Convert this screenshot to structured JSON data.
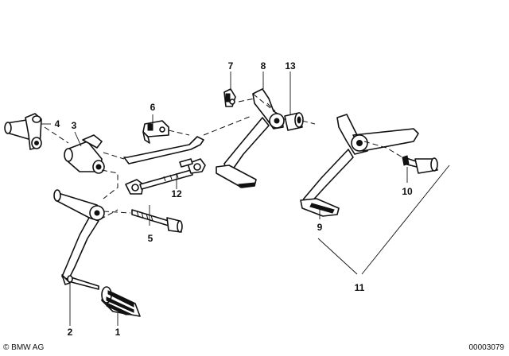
{
  "diagram": {
    "callouts": {
      "c1": "1",
      "c2": "2",
      "c3": "3",
      "c4": "4",
      "c5": "5",
      "c6": "6",
      "c7": "7",
      "c8": "8",
      "c9": "9",
      "c10": "10",
      "c11": "11",
      "c12": "12",
      "c13": "13"
    },
    "copyright": "© BMW AG",
    "figure_id": "00003079"
  }
}
